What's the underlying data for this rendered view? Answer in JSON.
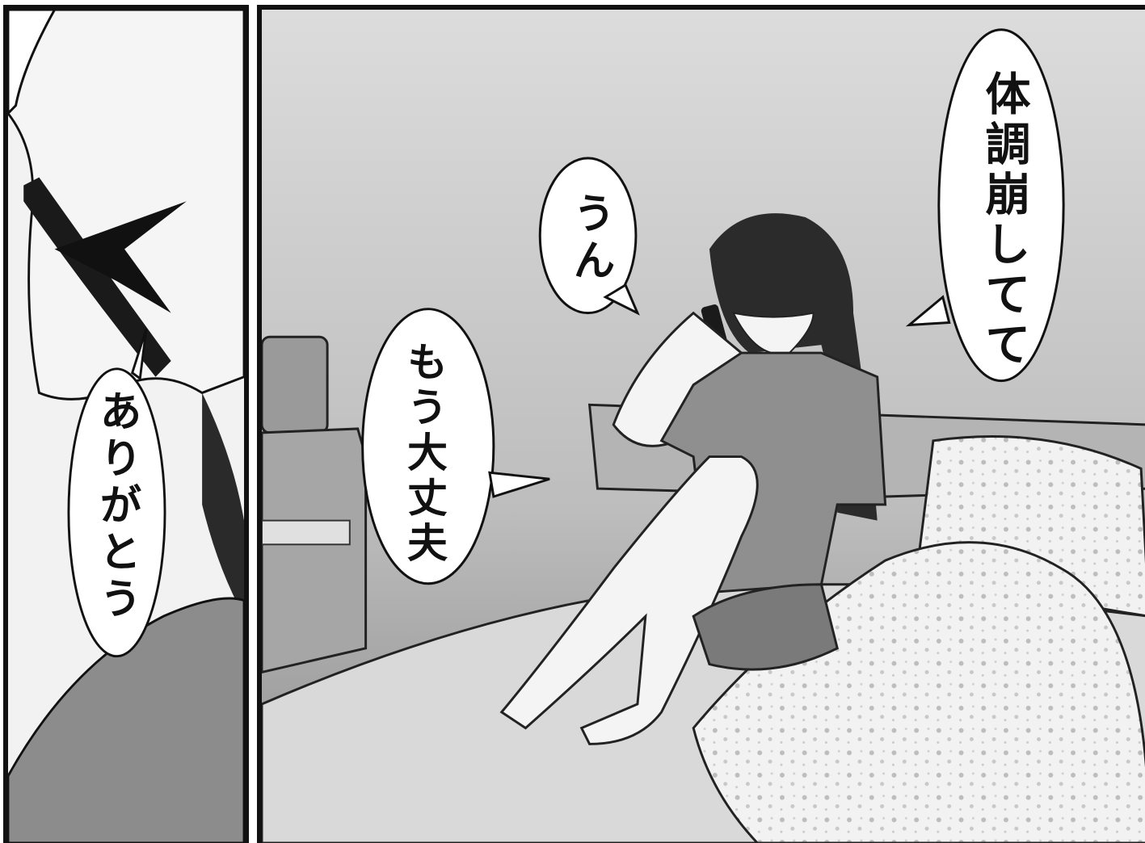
{
  "panels": {
    "left": {
      "bubble": {
        "text": "ありがとう"
      }
    },
    "right": {
      "bubbles": {
        "top_right": "体調崩してて",
        "middle": "うん",
        "left": "もう大丈夫"
      }
    }
  },
  "colors": {
    "panel_border": "#111111",
    "bubble_fill": "#ffffff",
    "wall": "#cfcfcf",
    "floor": "#9a9a9a",
    "bed": "#d9d9d9"
  }
}
